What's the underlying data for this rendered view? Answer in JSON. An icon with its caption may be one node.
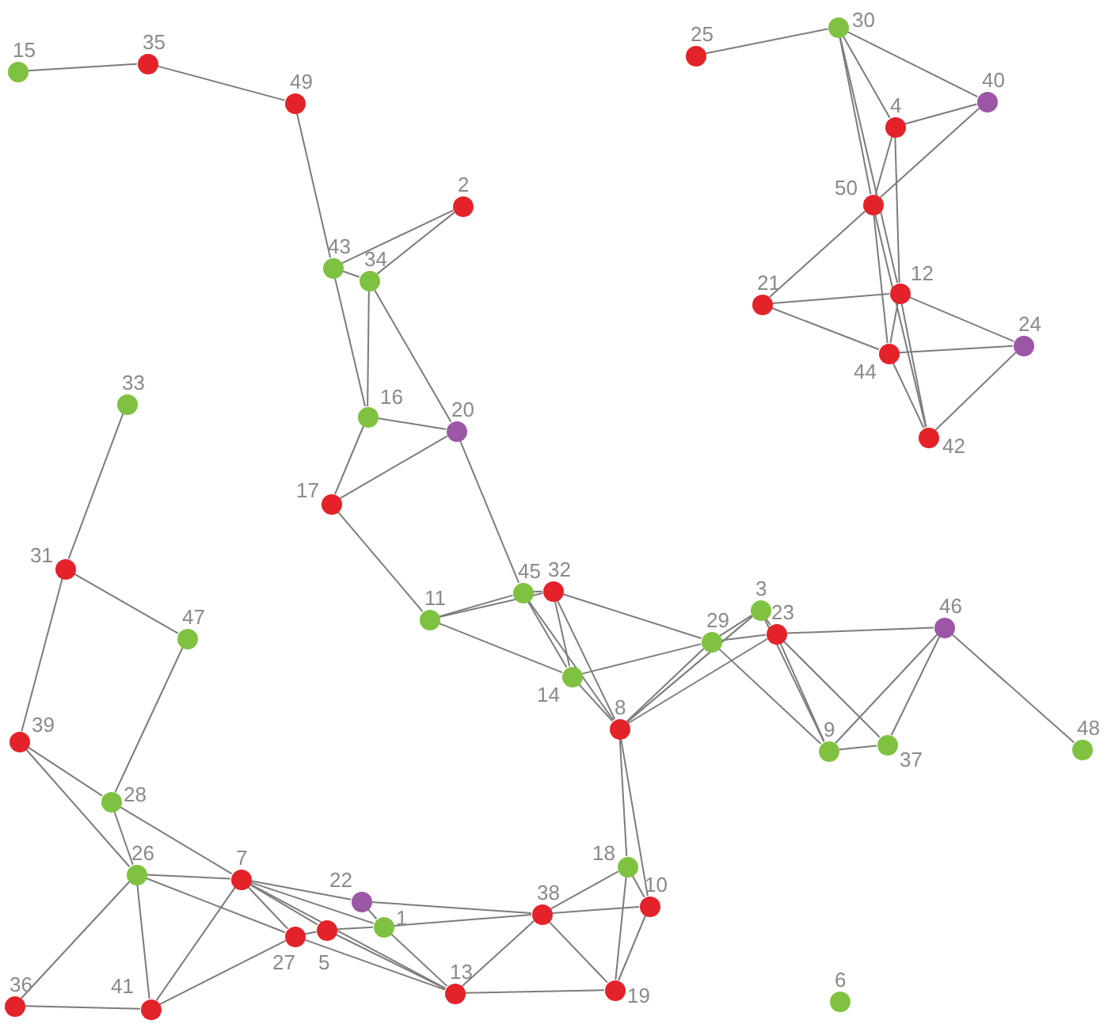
{
  "diagram": {
    "nodes": [
      {
        "text": [],
        "shape": "circle",
        "beside": [
          "1"
        ]
      },
      {
        "text": [],
        "shape": "circle",
        "beside": [
          "2"
        ]
      },
      {
        "text": [],
        "shape": "circle",
        "beside": [
          "3"
        ]
      },
      {
        "text": [],
        "shape": "circle",
        "beside": [
          "4"
        ]
      },
      {
        "text": [],
        "shape": "circle",
        "beside": [
          "5"
        ]
      },
      {
        "text": [],
        "shape": "circle",
        "beside": [
          "6"
        ]
      },
      {
        "text": [],
        "shape": "circle",
        "beside": [
          "7"
        ]
      },
      {
        "text": [],
        "shape": "circle",
        "beside": [
          "8"
        ]
      },
      {
        "text": [],
        "shape": "circle",
        "beside": [
          "9"
        ]
      },
      {
        "text": [],
        "shape": "circle",
        "beside": [
          "10"
        ]
      },
      {
        "text": [],
        "shape": "circle",
        "beside": [
          "11"
        ]
      },
      {
        "text": [],
        "shape": "circle",
        "beside": [
          "12"
        ]
      },
      {
        "text": [],
        "shape": "circle",
        "beside": [
          "13"
        ]
      },
      {
        "text": [],
        "shape": "circle",
        "beside": [
          "14"
        ]
      },
      {
        "text": [],
        "shape": "circle",
        "beside": [
          "15"
        ]
      },
      {
        "text": [],
        "shape": "circle",
        "beside": [
          "16"
        ]
      },
      {
        "text": [],
        "shape": "circle",
        "beside": [
          "17"
        ]
      },
      {
        "text": [],
        "shape": "circle",
        "beside": [
          "18"
        ]
      },
      {
        "text": [],
        "shape": "circle",
        "beside": [
          "19"
        ]
      },
      {
        "text": [],
        "shape": "circle",
        "beside": [
          "20"
        ]
      },
      {
        "text": [],
        "shape": "circle",
        "beside": [
          "21"
        ]
      },
      {
        "text": [],
        "shape": "circle",
        "beside": [
          "22"
        ]
      },
      {
        "text": [],
        "shape": "circle",
        "beside": [
          "23"
        ]
      },
      {
        "text": [],
        "shape": "circle",
        "beside": [
          "24"
        ]
      },
      {
        "text": [],
        "shape": "circle",
        "beside": [
          "25"
        ]
      },
      {
        "text": [],
        "shape": "circle",
        "beside": [
          "26"
        ]
      },
      {
        "text": [],
        "shape": "circle",
        "beside": [
          "27"
        ]
      },
      {
        "text": [],
        "shape": "circle",
        "beside": [
          "28"
        ]
      },
      {
        "text": [],
        "shape": "circle",
        "beside": [
          "29"
        ]
      },
      {
        "text": [],
        "shape": "circle",
        "beside": [
          "30"
        ]
      },
      {
        "text": [],
        "shape": "circle",
        "beside": [
          "31"
        ]
      },
      {
        "text": [],
        "shape": "circle",
        "beside": [
          "32"
        ]
      },
      {
        "text": [],
        "shape": "circle",
        "beside": [
          "33"
        ]
      },
      {
        "text": [],
        "shape": "circle",
        "beside": [
          "34"
        ]
      },
      {
        "text": [],
        "shape": "circle",
        "beside": [
          "35"
        ]
      },
      {
        "text": [],
        "shape": "circle",
        "beside": [
          "36"
        ]
      },
      {
        "text": [],
        "shape": "circle",
        "beside": [
          "37"
        ]
      },
      {
        "text": [],
        "shape": "circle",
        "beside": [
          "38"
        ]
      },
      {
        "text": [],
        "shape": "circle",
        "beside": [
          "39"
        ]
      },
      {
        "text": [],
        "shape": "circle",
        "beside": [
          "40"
        ]
      },
      {
        "text": [],
        "shape": "circle",
        "beside": [
          "41"
        ]
      },
      {
        "text": [],
        "shape": "circle",
        "beside": [
          "42"
        ]
      },
      {
        "text": [],
        "shape": "circle",
        "beside": [
          "43"
        ]
      },
      {
        "text": [],
        "shape": "circle",
        "beside": [
          "44"
        ]
      },
      {
        "text": [],
        "shape": "circle",
        "beside": [
          "45"
        ]
      },
      {
        "text": [],
        "shape": "circle",
        "beside": [
          "46"
        ]
      },
      {
        "text": [],
        "shape": "circle",
        "beside": [
          "47"
        ]
      },
      {
        "text": [],
        "shape": "circle",
        "beside": [
          "48"
        ]
      },
      {
        "text": [],
        "shape": "circle",
        "beside": [
          "49"
        ]
      },
      {
        "text": [],
        "shape": "circle",
        "beside": [
          "50"
        ]
      }
    ],
    "edges": [
      {
        "from": 14,
        "to": 34,
        "arrow": "none"
      },
      {
        "from": 34,
        "to": 48,
        "arrow": "none"
      },
      {
        "from": 48,
        "to": 42,
        "arrow": "none"
      },
      {
        "from": 42,
        "to": 15,
        "arrow": "none"
      },
      {
        "from": 42,
        "to": 1,
        "arrow": "none"
      },
      {
        "from": 33,
        "to": 1,
        "arrow": "none"
      },
      {
        "from": 42,
        "to": 33,
        "arrow": "none"
      },
      {
        "from": 33,
        "to": 15,
        "arrow": "none"
      },
      {
        "from": 33,
        "to": 19,
        "arrow": "none"
      },
      {
        "from": 15,
        "to": 19,
        "arrow": "none"
      },
      {
        "from": 15,
        "to": 16,
        "arrow": "none"
      },
      {
        "from": 19,
        "to": 16,
        "arrow": "none"
      },
      {
        "from": 19,
        "to": 44,
        "arrow": "none"
      },
      {
        "from": 16,
        "to": 10,
        "arrow": "none"
      },
      {
        "from": 10,
        "to": 44,
        "arrow": "none"
      },
      {
        "from": 10,
        "to": 31,
        "arrow": "none"
      },
      {
        "from": 10,
        "to": 13,
        "arrow": "none"
      },
      {
        "from": 44,
        "to": 31,
        "arrow": "none"
      },
      {
        "from": 44,
        "to": 13,
        "arrow": "none"
      },
      {
        "from": 44,
        "to": 7,
        "arrow": "none"
      },
      {
        "from": 31,
        "to": 13,
        "arrow": "none"
      },
      {
        "from": 31,
        "to": 7,
        "arrow": "none"
      },
      {
        "from": 31,
        "to": 28,
        "arrow": "none"
      },
      {
        "from": 13,
        "to": 28,
        "arrow": "none"
      },
      {
        "from": 13,
        "to": 7,
        "arrow": "none"
      },
      {
        "from": 7,
        "to": 28,
        "arrow": "none"
      },
      {
        "from": 7,
        "to": 2,
        "arrow": "none"
      },
      {
        "from": 7,
        "to": 22,
        "arrow": "none"
      },
      {
        "from": 28,
        "to": 2,
        "arrow": "none"
      },
      {
        "from": 28,
        "to": 22,
        "arrow": "none"
      },
      {
        "from": 28,
        "to": 8,
        "arrow": "none"
      },
      {
        "from": 2,
        "to": 22,
        "arrow": "none"
      },
      {
        "from": 22,
        "to": 45,
        "arrow": "none"
      },
      {
        "from": 22,
        "to": 8,
        "arrow": "none"
      },
      {
        "from": 2,
        "to": 8,
        "arrow": "none"
      },
      {
        "from": 22,
        "to": 36,
        "arrow": "none"
      },
      {
        "from": 45,
        "to": 8,
        "arrow": "none"
      },
      {
        "from": 45,
        "to": 36,
        "arrow": "none"
      },
      {
        "from": 45,
        "to": 47,
        "arrow": "none"
      },
      {
        "from": 8,
        "to": 36,
        "arrow": "none"
      },
      {
        "from": 7,
        "to": 17,
        "arrow": "none"
      },
      {
        "from": 7,
        "to": 9,
        "arrow": "none"
      },
      {
        "from": 17,
        "to": 18,
        "arrow": "none"
      },
      {
        "from": 17,
        "to": 9,
        "arrow": "none"
      },
      {
        "from": 9,
        "to": 18,
        "arrow": "none"
      },
      {
        "from": 37,
        "to": 17,
        "arrow": "none"
      },
      {
        "from": 37,
        "to": 9,
        "arrow": "none"
      },
      {
        "from": 37,
        "to": 18,
        "arrow": "none"
      },
      {
        "from": 37,
        "to": 12,
        "arrow": "none"
      },
      {
        "from": 12,
        "to": 18,
        "arrow": "none"
      },
      {
        "from": 21,
        "to": 37,
        "arrow": "none"
      },
      {
        "from": 0,
        "to": 37,
        "arrow": "none"
      },
      {
        "from": 21,
        "to": 0,
        "arrow": "none"
      },
      {
        "from": 0,
        "to": 12,
        "arrow": "none"
      },
      {
        "from": 4,
        "to": 12,
        "arrow": "none"
      },
      {
        "from": 26,
        "to": 12,
        "arrow": "none"
      },
      {
        "from": 6,
        "to": 21,
        "arrow": "none"
      },
      {
        "from": 6,
        "to": 0,
        "arrow": "none"
      },
      {
        "from": 6,
        "to": 26,
        "arrow": "none"
      },
      {
        "from": 6,
        "to": 4,
        "arrow": "none"
      },
      {
        "from": 6,
        "to": 12,
        "arrow": "none"
      },
      {
        "from": 25,
        "to": 6,
        "arrow": "none"
      },
      {
        "from": 25,
        "to": 26,
        "arrow": "none"
      },
      {
        "from": 25,
        "to": 40,
        "arrow": "none"
      },
      {
        "from": 25,
        "to": 35,
        "arrow": "none"
      },
      {
        "from": 25,
        "to": 27,
        "arrow": "none"
      },
      {
        "from": 25,
        "to": 38,
        "arrow": "none"
      },
      {
        "from": 27,
        "to": 6,
        "arrow": "none"
      },
      {
        "from": 27,
        "to": 46,
        "arrow": "none"
      },
      {
        "from": 27,
        "to": 38,
        "arrow": "none"
      },
      {
        "from": 38,
        "to": 30,
        "arrow": "none"
      },
      {
        "from": 30,
        "to": 32,
        "arrow": "none"
      },
      {
        "from": 30,
        "to": 46,
        "arrow": "none"
      },
      {
        "from": 35,
        "to": 40,
        "arrow": "none"
      },
      {
        "from": 40,
        "to": 6,
        "arrow": "none"
      },
      {
        "from": 40,
        "to": 26,
        "arrow": "none"
      },
      {
        "from": 4,
        "to": 0,
        "arrow": "none"
      },
      {
        "from": 26,
        "to": 4,
        "arrow": "none"
      },
      {
        "from": 24,
        "to": 29,
        "arrow": "none"
      },
      {
        "from": 29,
        "to": 39,
        "arrow": "none"
      },
      {
        "from": 29,
        "to": 3,
        "arrow": "none"
      },
      {
        "from": 29,
        "to": 49,
        "arrow": "none"
      },
      {
        "from": 29,
        "to": 11,
        "arrow": "none"
      },
      {
        "from": 3,
        "to": 39,
        "arrow": "none"
      },
      {
        "from": 3,
        "to": 49,
        "arrow": "none"
      },
      {
        "from": 3,
        "to": 11,
        "arrow": "none"
      },
      {
        "from": 39,
        "to": 49,
        "arrow": "none"
      },
      {
        "from": 49,
        "to": 20,
        "arrow": "none"
      },
      {
        "from": 49,
        "to": 43,
        "arrow": "none"
      },
      {
        "from": 49,
        "to": 41,
        "arrow": "none"
      },
      {
        "from": 20,
        "to": 11,
        "arrow": "none"
      },
      {
        "from": 20,
        "to": 43,
        "arrow": "none"
      },
      {
        "from": 11,
        "to": 23,
        "arrow": "none"
      },
      {
        "from": 11,
        "to": 43,
        "arrow": "none"
      },
      {
        "from": 11,
        "to": 41,
        "arrow": "none"
      },
      {
        "from": 43,
        "to": 23,
        "arrow": "none"
      },
      {
        "from": 43,
        "to": 41,
        "arrow": "none"
      },
      {
        "from": 23,
        "to": 41,
        "arrow": "none"
      }
    ]
  }
}
